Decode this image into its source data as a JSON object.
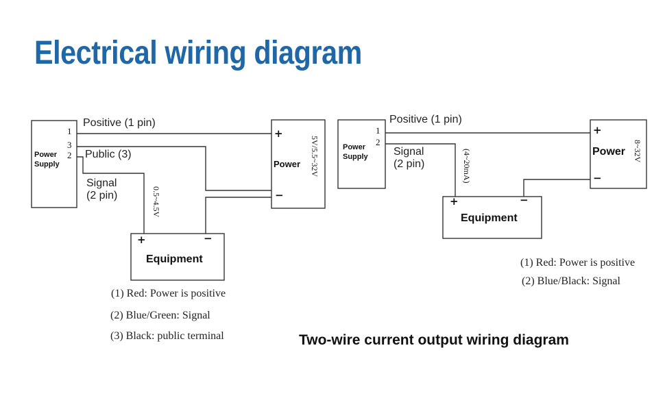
{
  "title": "Electrical wiring diagram",
  "left": {
    "supply_label": "Power\nSupply",
    "pins": [
      "1",
      "3",
      "2"
    ],
    "positive_label": "Positive (1 pin)",
    "public_label": "Public (3)",
    "signal_label": "Signal\n(2 pin)",
    "output_range": "0.5~4.5V",
    "power_label": "Power",
    "power_range": "5V/5.5~32V",
    "plus": "+",
    "minus": "−",
    "equipment_label": "Equipment",
    "notes": [
      "(1) Red: Power is positive",
      "(2) Blue/Green: Signal",
      "(3) Black: public terminal"
    ]
  },
  "right": {
    "supply_label": "Power\nSupply",
    "pins": [
      "1",
      "2"
    ],
    "positive_label": "Positive (1 pin)",
    "signal_label": "Signal\n(2 pin)",
    "current_range": "(4~20mA)",
    "power_label": "Power",
    "power_range": "8~32V",
    "plus": "+",
    "minus": "−",
    "equipment_label": "Equipment",
    "notes": [
      "(1) Red: Power is positive",
      "(2) Blue/Black: Signal"
    ]
  },
  "caption": "Two-wire current output wiring diagram"
}
